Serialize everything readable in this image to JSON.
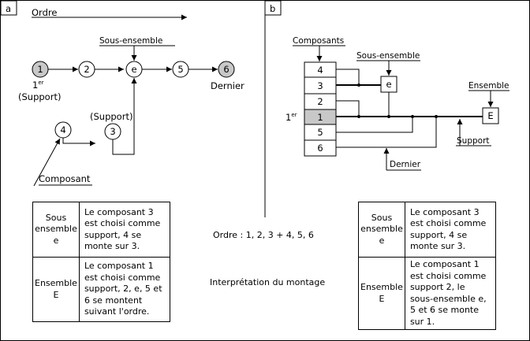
{
  "panel_a": {
    "label": "a",
    "order_label": "Ordre",
    "sub_assembly_label": "Sous-ensemble",
    "component_label": "Composant",
    "nodes": {
      "n1": "1",
      "n2": "2",
      "e": "e",
      "n5": "5",
      "n6": "6",
      "n4": "4",
      "n3": "3"
    },
    "first_base": "1",
    "first_sup": "er",
    "support_label": "(Support)",
    "support_label_3": "(Support)",
    "last_label": "Dernier"
  },
  "panel_b": {
    "label": "b",
    "components_label": "Composants",
    "sub_assembly_label": "Sous-ensemble",
    "assembly_label": "Ensemble",
    "stack": [
      "4",
      "3",
      "2",
      "1",
      "5",
      "6"
    ],
    "e_label": "e",
    "E_label": "E",
    "first_base": "1",
    "first_sup": "er",
    "support_label": "Support",
    "last_label": "Dernier"
  },
  "table_a": {
    "rows": [
      {
        "head": [
          "Sous",
          "ensemble",
          "e"
        ],
        "text": "Le composant 3 est choisi comme support, 4 se monte sur 3."
      },
      {
        "head": [
          "Ensemble",
          "E"
        ],
        "text": "Le composant 1 est choisi comme support, 2, e, 5 et 6 se montent suivant l'ordre."
      }
    ]
  },
  "table_b": {
    "rows": [
      {
        "head": [
          "Sous",
          "ensemble",
          "e"
        ],
        "text": "Le composant 3 est choisi comme support, 4 se monte sur 3."
      },
      {
        "head": [
          "Ensemble",
          "E"
        ],
        "text": "Le composant 1 est choisi comme support 2, le sous-ensemble e, 5 et 6 se monte sur 1."
      }
    ]
  },
  "center": {
    "order_text": "Ordre : 1, 2, 3 + 4, 5, 6",
    "caption": "Interprétation du montage"
  }
}
